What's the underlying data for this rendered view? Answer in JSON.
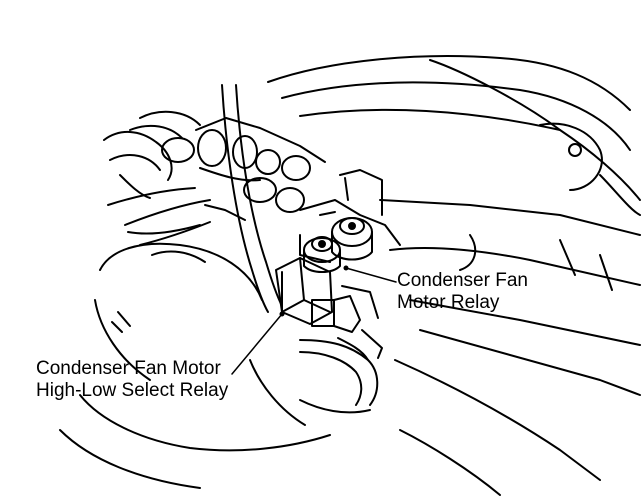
{
  "callouts": {
    "condenser_fan_motor_relay": {
      "line1": "Condenser Fan",
      "line2": "Motor Relay"
    },
    "high_low_select_relay": {
      "line1": "Condenser Fan Motor",
      "line2": "High-Low Select Relay"
    }
  },
  "colors": {
    "ink": "#000000",
    "paper": "#ffffff"
  }
}
